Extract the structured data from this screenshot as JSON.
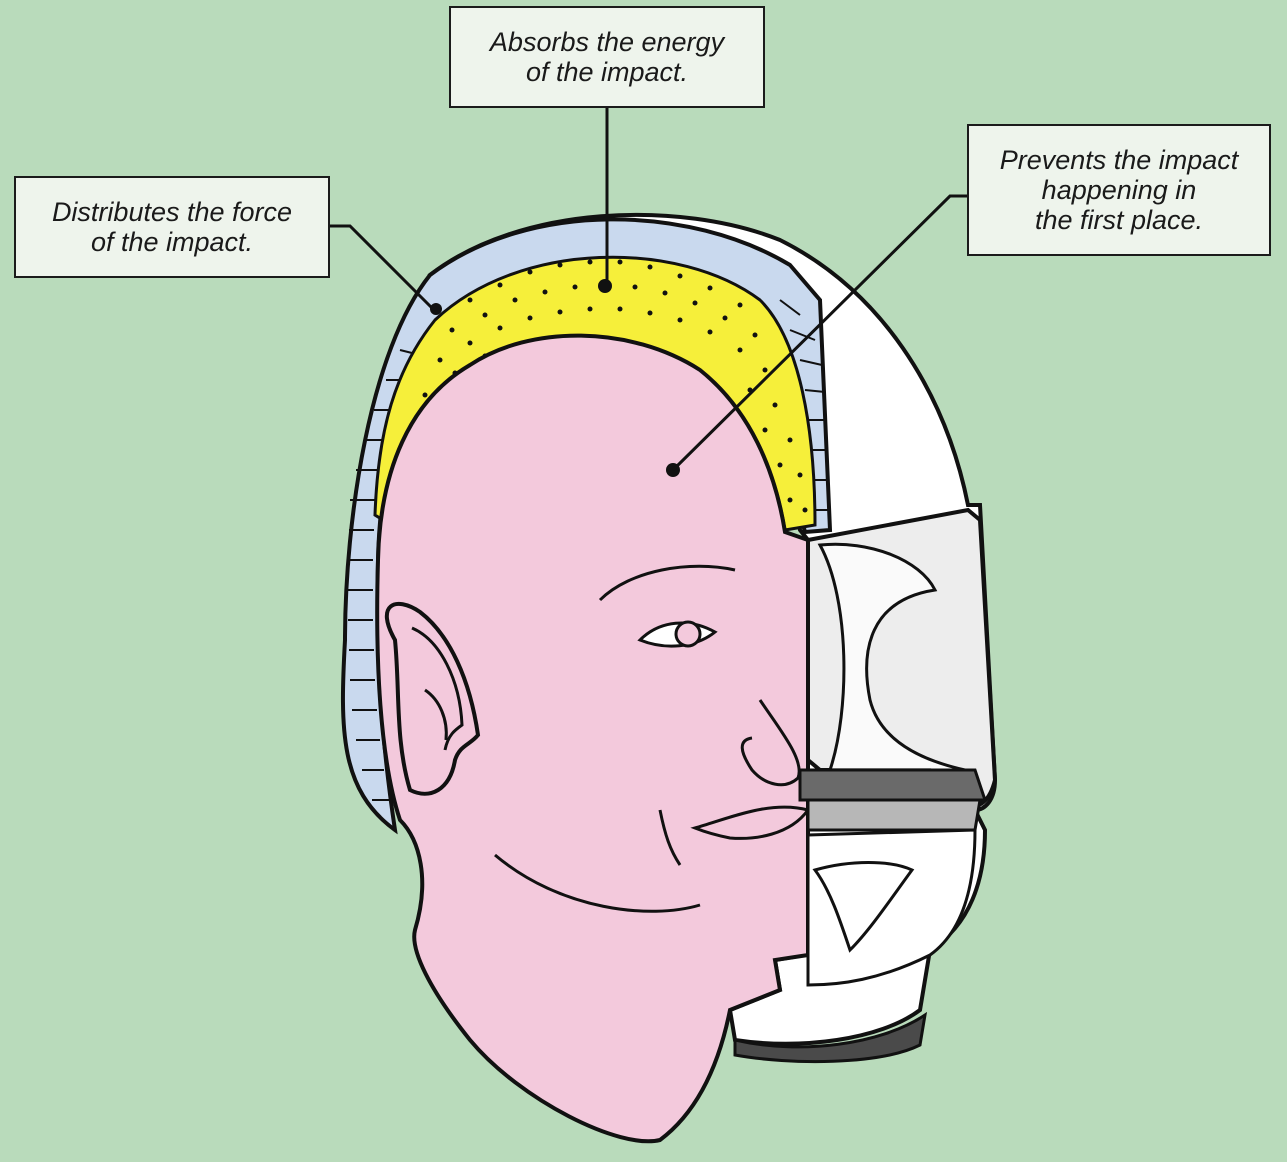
{
  "labels": {
    "absorbs": {
      "line1": "Absorbs the energy",
      "line2": "of the impact."
    },
    "distributes": {
      "line1": "Distributes the force",
      "line2": "of the impact."
    },
    "prevents": {
      "line1": "Prevents the impact",
      "line2": "happening in",
      "line3": "the first place."
    }
  },
  "colors": {
    "background": "#b9dbbb",
    "skin": "#f3c9dc",
    "foam_liner": "#f6ef3a",
    "shell_layer": "#c9d9ee",
    "outer_shell": "#ffffff",
    "visor": "#e7e7e7",
    "outline": "#111111",
    "label_box": "#eef4ec"
  }
}
